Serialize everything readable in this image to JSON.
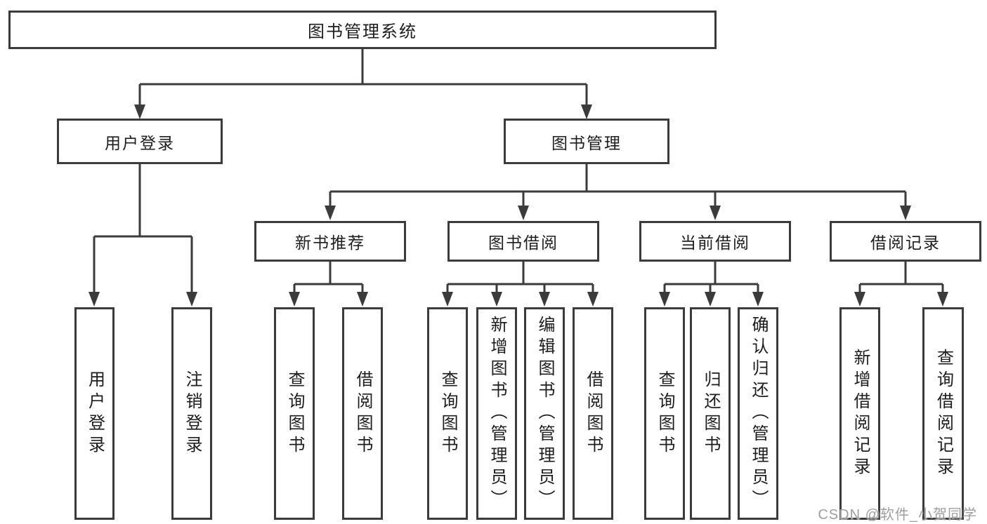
{
  "colors": {
    "background": "#ffffff",
    "fill": "#ffffff",
    "border": "#3b3b3b",
    "line": "#3b3b3b",
    "text": "#1d1d1d",
    "watermark": "#9e9e9e"
  },
  "watermark": {
    "text": "CSDN @软件_小贺同学"
  },
  "tree": {
    "label": "图书管理系统",
    "children": [
      {
        "label": "用户登录",
        "children": [
          {
            "label": "用户登录"
          },
          {
            "label": "注销登录"
          }
        ]
      },
      {
        "label": "图书管理",
        "children": [
          {
            "label": "新书推荐",
            "children": [
              {
                "label": "查询图书"
              },
              {
                "label": "借阅图书"
              }
            ]
          },
          {
            "label": "图书借阅",
            "children": [
              {
                "label": "查询图书"
              },
              {
                "label": "新增图书（管理员）"
              },
              {
                "label": "编辑图书（管理员）"
              },
              {
                "label": "借阅图书"
              }
            ]
          },
          {
            "label": "当前借阅",
            "children": [
              {
                "label": "查询图书"
              },
              {
                "label": "归还图书"
              },
              {
                "label": "确认归还（管理员）"
              }
            ]
          },
          {
            "label": "借阅记录",
            "children": [
              {
                "label": "新增借阅记录"
              },
              {
                "label": "查询借阅记录"
              }
            ]
          }
        ]
      }
    ]
  }
}
